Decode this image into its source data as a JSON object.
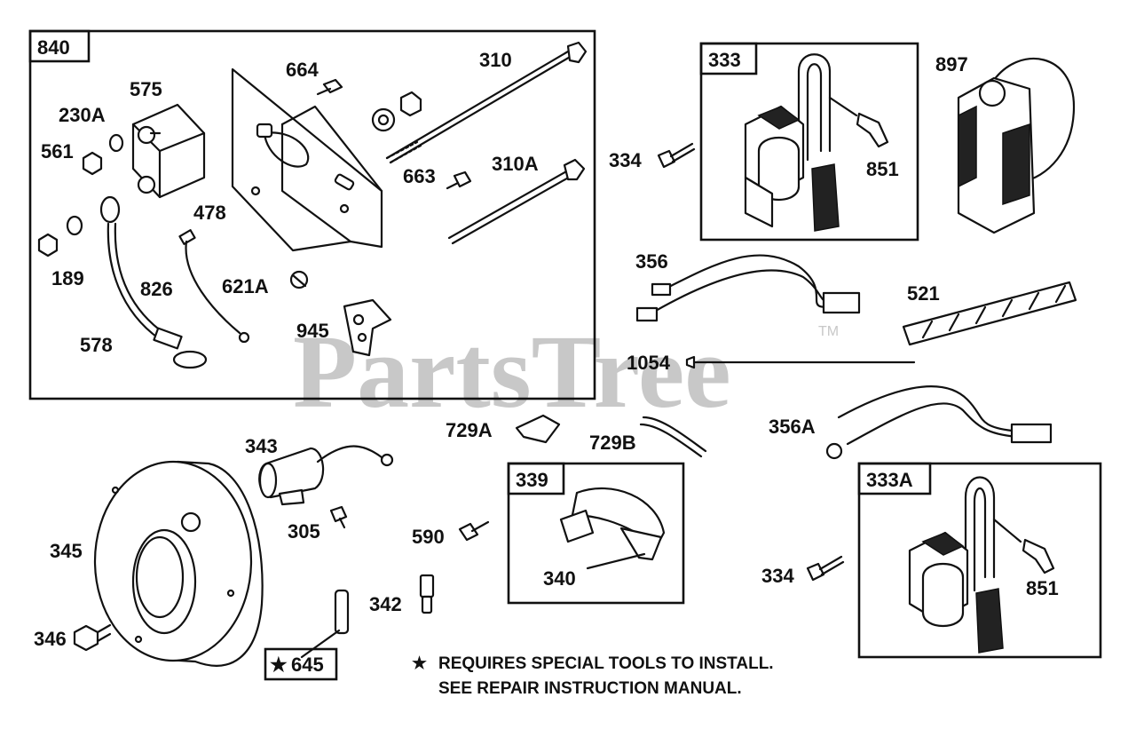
{
  "watermark": {
    "text": "PartsTree",
    "trademark": "TM"
  },
  "boxes": {
    "b840": "840",
    "b333": "333",
    "b339": "339",
    "b333a": "333A",
    "b645": "645",
    "b645_star": "★"
  },
  "labels": {
    "l310": "310",
    "l664": "664",
    "l575": "575",
    "l230a": "230A",
    "l561": "561",
    "l663": "663",
    "l310a": "310A",
    "l478": "478",
    "l189": "189",
    "l826": "826",
    "l621a": "621A",
    "l945": "945",
    "l578": "578",
    "l334a": "334",
    "l851a": "851",
    "l897": "897",
    "l356": "356",
    "l521": "521",
    "l1054": "1054",
    "l356a": "356A",
    "l729a": "729A",
    "l729b": "729B",
    "l343": "343",
    "l305": "305",
    "l345": "345",
    "l590": "590",
    "l340": "340",
    "l334b": "334",
    "l851b": "851",
    "l342": "342",
    "l346": "346"
  },
  "note": {
    "star": "★",
    "line1": "REQUIRES SPECIAL TOOLS TO INSTALL.",
    "line2": "SEE REPAIR INSTRUCTION MANUAL."
  }
}
